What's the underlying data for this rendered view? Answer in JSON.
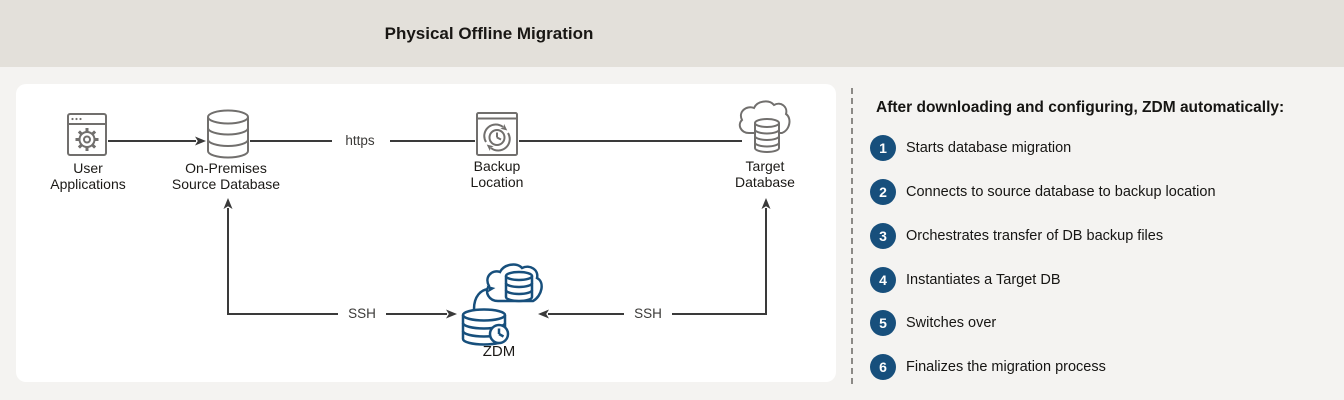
{
  "banner": {
    "title": "Physical Offline Migration"
  },
  "diagram": {
    "nodes": [
      {
        "id": "user-applications",
        "icon": "browser-gear-icon",
        "label": "User Applications",
        "label_lines": [
          "User",
          "Applications"
        ]
      },
      {
        "id": "on-premises-source-database",
        "icon": "database-icon",
        "label": "On-Premises Source Database",
        "label_lines": [
          "On-Premises",
          "Source Database"
        ]
      },
      {
        "id": "backup-location",
        "icon": "window-backup-clock-icon",
        "label": "Backup Location",
        "label_lines": [
          "Backup",
          "Location"
        ]
      },
      {
        "id": "target-database",
        "icon": "cloud-database-icon",
        "label": "Target Database",
        "label_lines": [
          "Target",
          "Database"
        ]
      },
      {
        "id": "zdm",
        "icon": "zdm-cloud-migration-icon",
        "label": "ZDM"
      }
    ],
    "edge_labels": {
      "https": "https",
      "ssh_left": "SSH",
      "ssh_right": "SSH"
    }
  },
  "steps": {
    "heading": "After downloading and configuring, ZDM automatically:",
    "items": [
      {
        "number": "1",
        "text": "Starts database migration"
      },
      {
        "number": "2",
        "text": "Connects to source database to backup location"
      },
      {
        "number": "3",
        "text": "Orchestrates transfer of DB backup files"
      },
      {
        "number": "4",
        "text": "Instantiates a Target DB"
      },
      {
        "number": "5",
        "text": "Switches over"
      },
      {
        "number": "6",
        "text": "Finalizes the migration process"
      }
    ]
  },
  "colors": {
    "banner_bg": "#e3e0da",
    "page_bg": "#f4f3f1",
    "panel_bg": "#ffffff",
    "accent_navy": "#174f7c",
    "icon_gray": "#716f6d",
    "line_dark": "#3a3a3a",
    "text_dark": "#161513"
  }
}
